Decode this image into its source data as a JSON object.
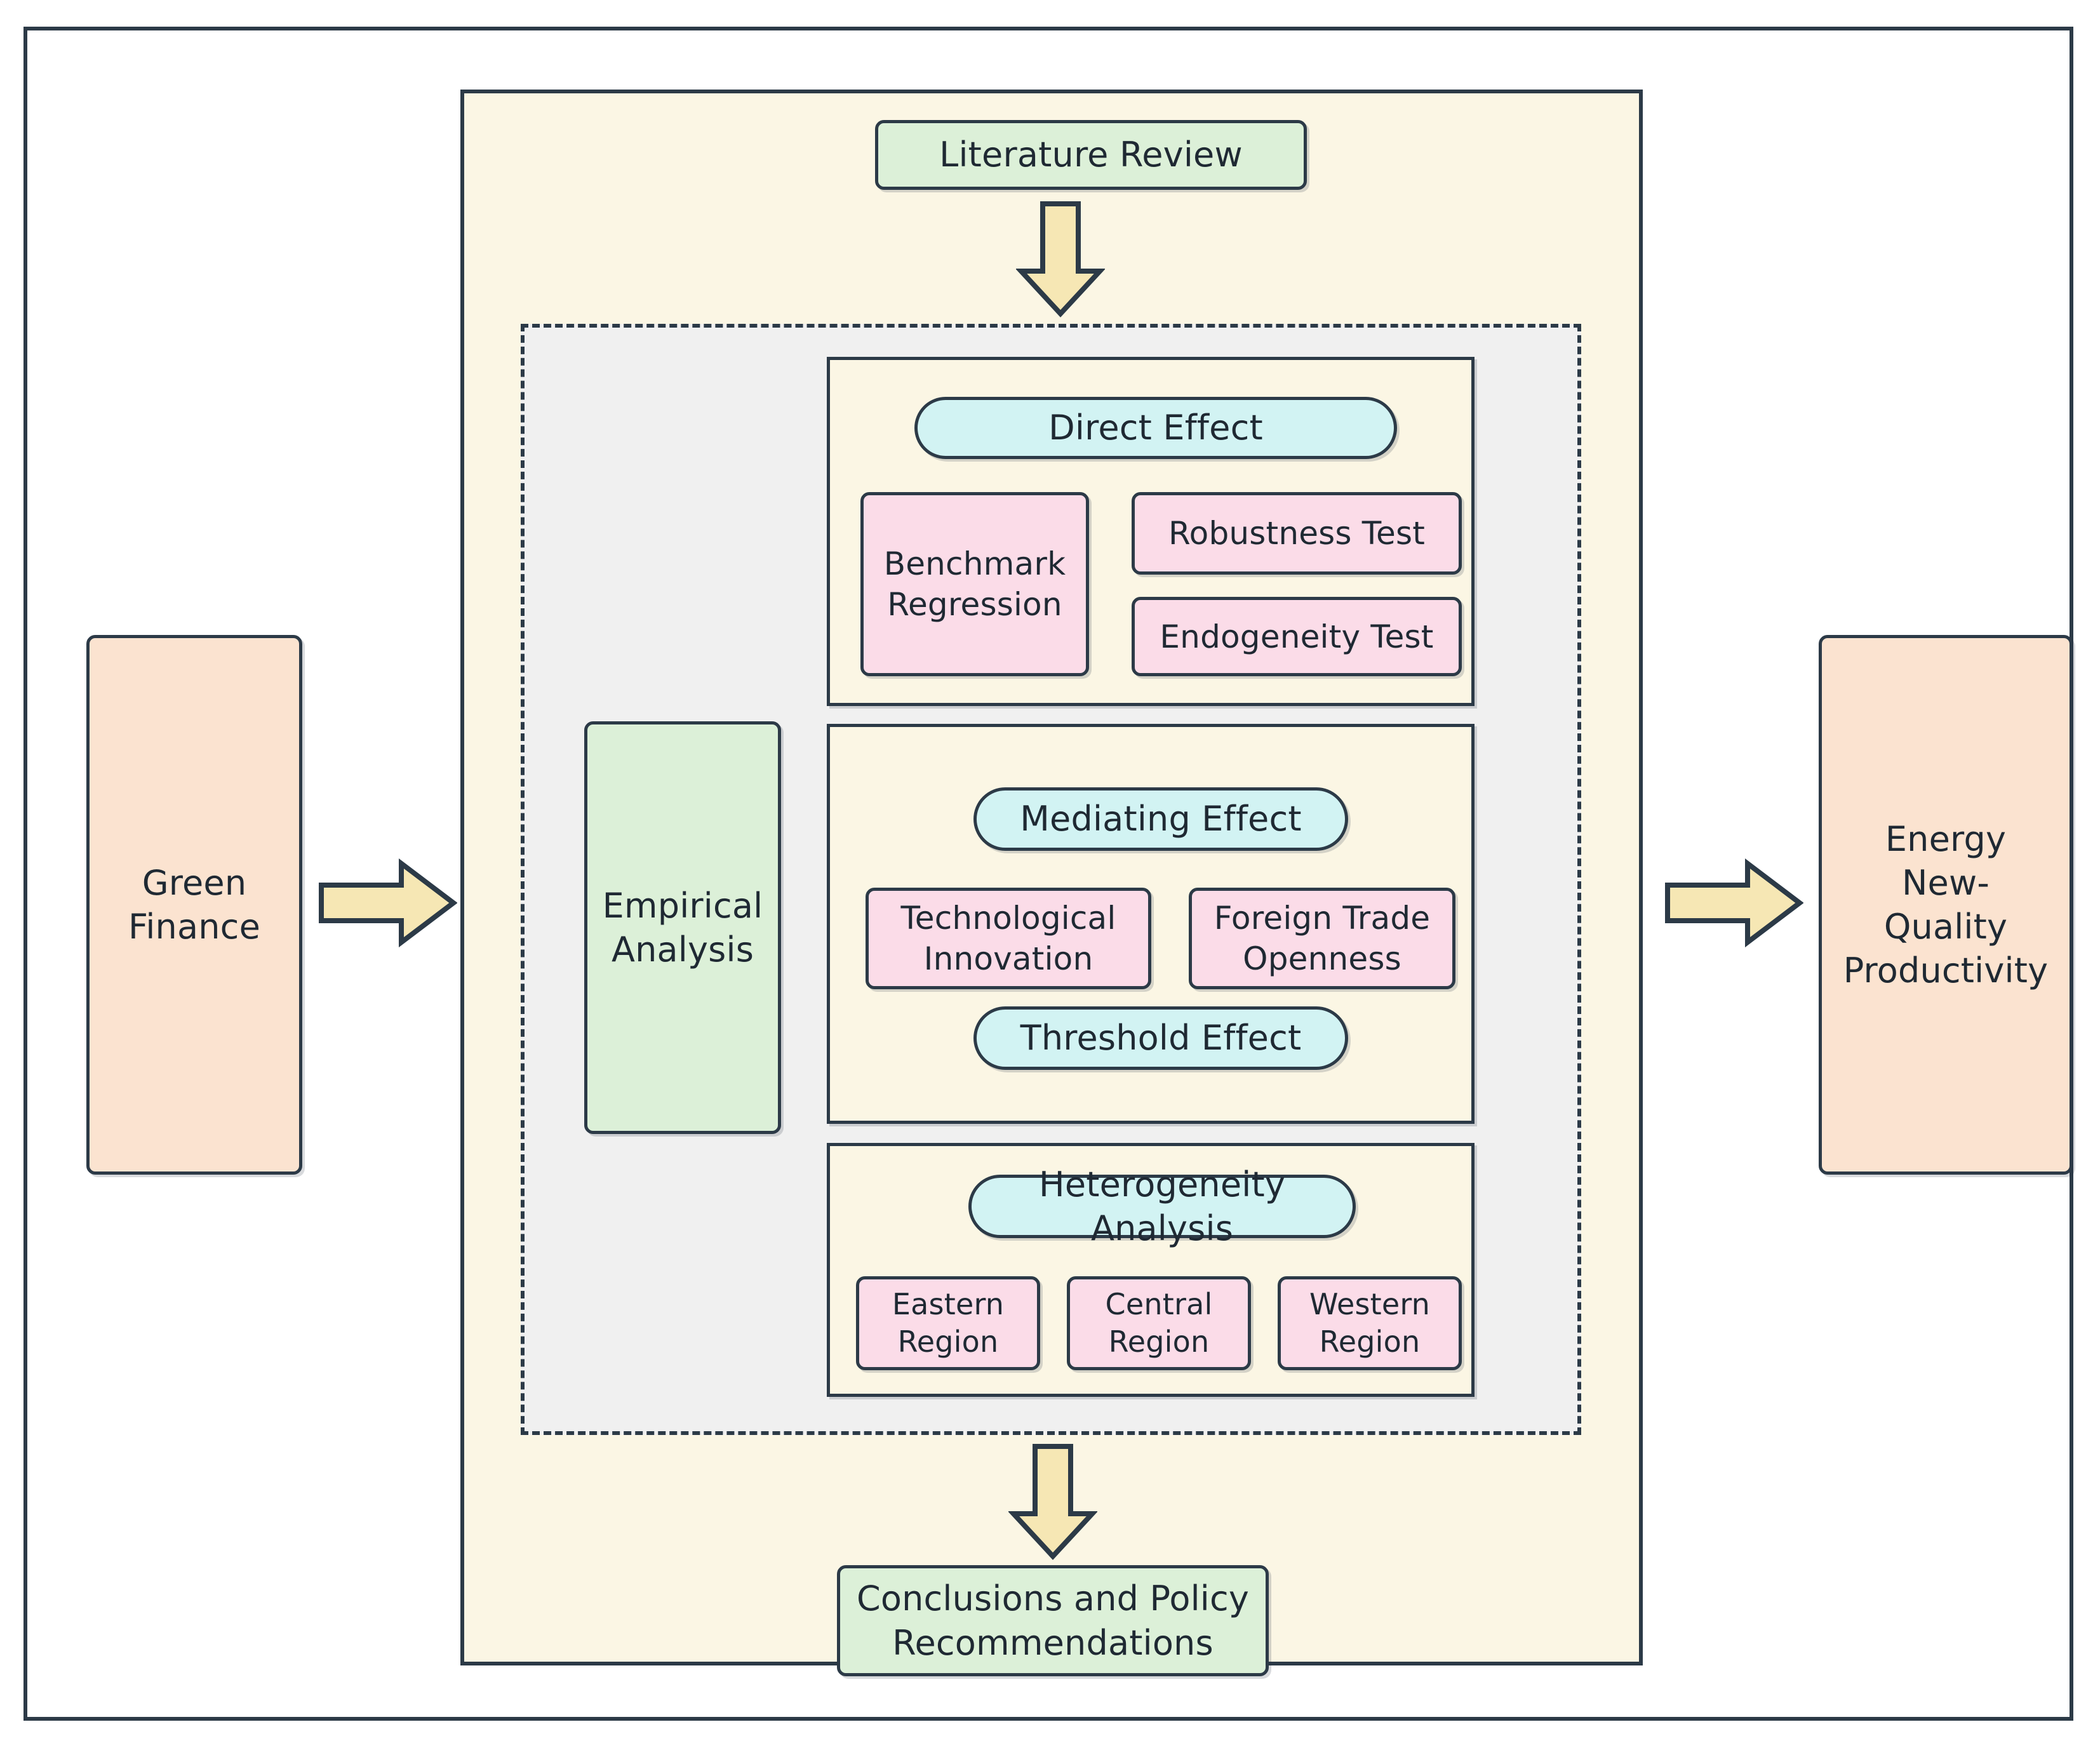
{
  "diagram": {
    "title_present": false,
    "colors": {
      "orange": "#fbe3d0",
      "green": "#dcf0d8",
      "cyan": "#d2f3f3",
      "pink": "#fbdce8",
      "cream_container": "#fbf6e4",
      "grey_dashed_panel": "#f0f0f0",
      "arrow_fill": "#f6e7b4",
      "stroke": "#2c3a47"
    },
    "input_node": {
      "label": "Green\nFinance"
    },
    "output_node": {
      "label": "Energy\nNew-\nQuality\nProductivity"
    },
    "top_node": {
      "label": "Literature Review"
    },
    "bottom_node": {
      "label": "Conclusions and Policy\nRecommendations"
    },
    "side_node": {
      "label": "Empirical\nAnalysis"
    },
    "groups": [
      {
        "id": "direct-effect",
        "header": "Direct Effect",
        "items": [
          {
            "label": "Benchmark\nRegression"
          },
          {
            "label": "Robustness Test"
          },
          {
            "label": "Endogeneity Test"
          }
        ]
      },
      {
        "id": "mediating-effect",
        "header": "Mediating Effect",
        "items": [
          {
            "label": "Technological\nInnovation"
          },
          {
            "label": "Foreign Trade\nOpenness"
          }
        ],
        "footer": "Threshold Effect"
      },
      {
        "id": "heterogeneity-analysis",
        "header": "Heterogeneity Analysis",
        "items": [
          {
            "label": "Eastern\nRegion"
          },
          {
            "label": "Central\nRegion"
          },
          {
            "label": "Western\nRegion"
          }
        ]
      }
    ],
    "arrows": [
      {
        "id": "arrow-input-to-process",
        "direction": "right"
      },
      {
        "id": "arrow-process-to-output",
        "direction": "right"
      },
      {
        "id": "arrow-literature-to-empirical",
        "direction": "down"
      },
      {
        "id": "arrow-empirical-to-conclusions",
        "direction": "down"
      }
    ]
  }
}
